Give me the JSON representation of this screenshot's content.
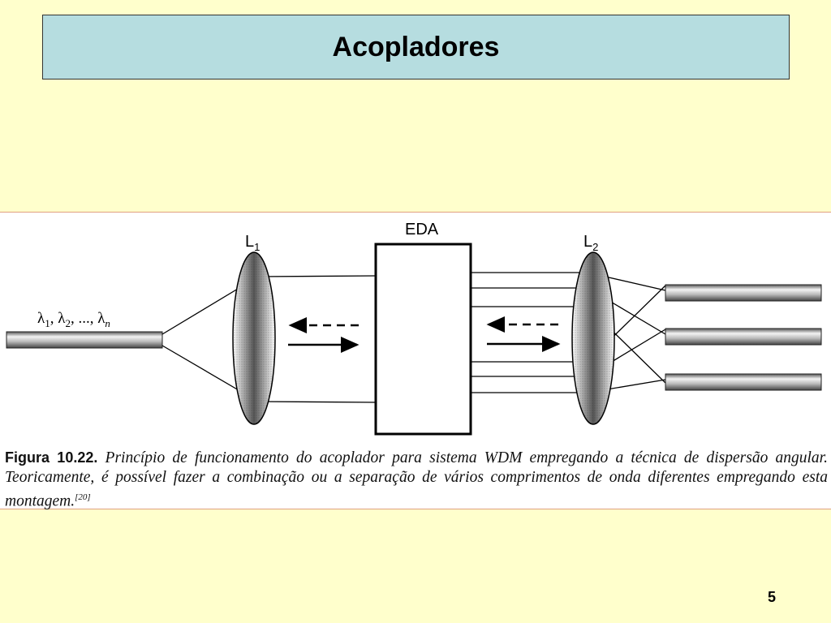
{
  "slide": {
    "title": "Acopladores",
    "page_number": "5"
  },
  "figure": {
    "labels": {
      "lens1": "L",
      "lens1_sub": "1",
      "eda": "EDA",
      "lens2": "L",
      "lens2_sub": "2",
      "input_lambda_1": "λ",
      "input_lambda_1_sub": "1",
      "input_sep1": ", ",
      "input_lambda_2": "λ",
      "input_lambda_2_sub": "2",
      "input_sep2": ", ..., ",
      "input_lambda_n": "λ",
      "input_lambda_n_sub": "n"
    },
    "caption": {
      "label": "Figura 10.22.",
      "text": " Princípio de funcionamento do acoplador para sistema WDM empregando a técnica de dispersão angular. Teoricamente, é possível fazer a combinação ou a separação de vários comprimentos de onda diferentes empregando esta montagem.",
      "ref": "[20]"
    }
  }
}
